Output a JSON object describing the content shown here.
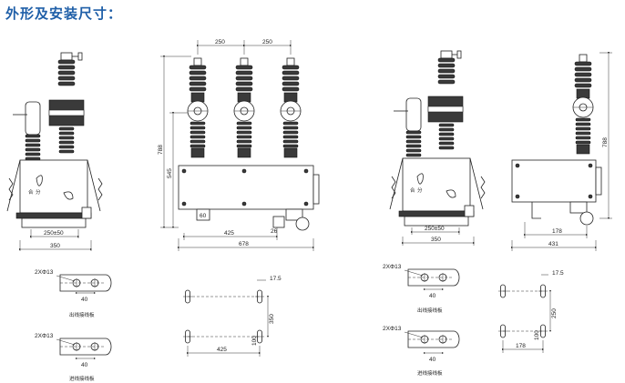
{
  "title": "外形及安装尺寸：",
  "front_view_1": {
    "dim_width": "350",
    "dim_bottom": "250±50",
    "label_a": "合",
    "label_b": "分"
  },
  "side_view_1": {
    "dim_spacing_1": "250",
    "dim_spacing_2": "250",
    "dim_height_total": "788",
    "dim_height_mid": "545",
    "dim_width": "678",
    "dim_425": "425",
    "dim_60": "60",
    "dim_26": "26"
  },
  "front_view_2": {
    "dim_width": "350",
    "dim_bottom": "250±50",
    "label_a": "合",
    "label_b": "分"
  },
  "side_view_2": {
    "dim_height_total": "788",
    "dim_width": "431",
    "dim_178": "178"
  },
  "plate_1_top": {
    "hole_label": "2XΦ13",
    "dim_40": "40",
    "caption": "出线接线板"
  },
  "plate_1_bottom": {
    "hole_label": "2XΦ13",
    "dim_40": "40",
    "caption": "进线接线板"
  },
  "mount_1": {
    "dim_17_5": "17.5",
    "dim_350": "350",
    "dim_425": "425",
    "dim_100": "100"
  },
  "plate_2_top": {
    "hole_label": "2XΦ13",
    "dim_40": "40",
    "caption": "出线接线板"
  },
  "plate_2_bottom": {
    "hole_label": "2XΦ13",
    "dim_40": "40",
    "caption": "进线接线板"
  },
  "mount_2": {
    "dim_17_5": "17.5",
    "dim_250": "250",
    "dim_178": "178",
    "dim_100": "100"
  }
}
